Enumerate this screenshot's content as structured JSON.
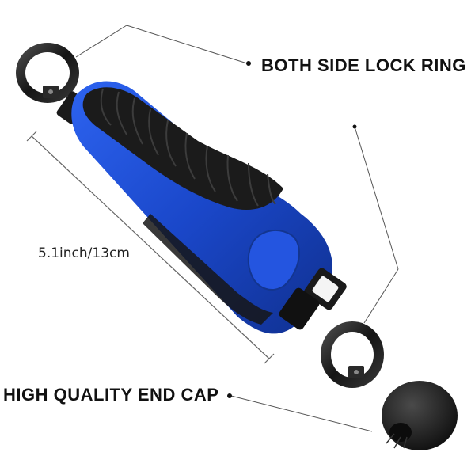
{
  "labels": {
    "lock_ring": "BOTH SIDE LOCK RING",
    "end_cap": "HIGH QUALITY END CAP",
    "length": "5.1inch/13cm"
  },
  "colors": {
    "grip_blue": "#1f4fd8",
    "rubber_black": "#1b1b1b",
    "ring_metal": "#2a2a2a"
  },
  "icons": {
    "callout_dot": "bullet-dot",
    "dimension_line": "measure-line"
  }
}
